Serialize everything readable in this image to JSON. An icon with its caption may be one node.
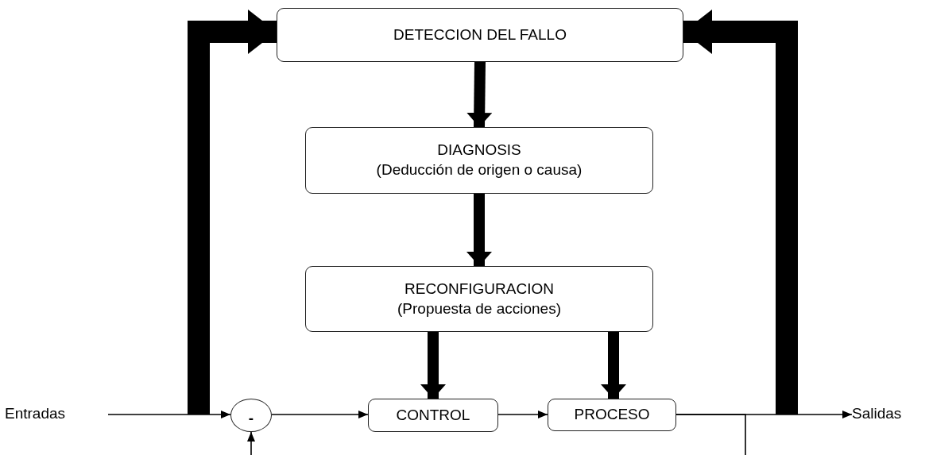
{
  "diagram": {
    "nodes": [
      {
        "text": [
          "DETECCION DEL FALLO"
        ]
      },
      {
        "text": [
          "DIAGNOSIS",
          "(Deducción de origen o causa)"
        ]
      },
      {
        "text": [
          "RECONFIGURACION",
          "(Propuesta de acciones)"
        ]
      },
      {
        "text": [
          "Entradas"
        ]
      },
      {
        "text": [
          "-"
        ]
      },
      {
        "text": [
          "CONTROL"
        ]
      },
      {
        "text": [
          "PROCESO"
        ]
      },
      {
        "text": [
          "Salidas"
        ]
      }
    ],
    "edges": [
      {
        "from": 0,
        "to": 1,
        "arrow": "to",
        "style": "thick"
      },
      {
        "from": 1,
        "to": 2,
        "arrow": "to",
        "style": "thick"
      },
      {
        "from": 2,
        "to": 5,
        "arrow": "to",
        "style": "thick"
      },
      {
        "from": 2,
        "to": 6,
        "arrow": "to",
        "style": "thick"
      },
      {
        "from": 3,
        "to": 4,
        "arrow": "to"
      },
      {
        "from": 4,
        "to": 5,
        "arrow": "to"
      },
      {
        "from": 5,
        "to": 6,
        "arrow": "to"
      },
      {
        "from": 6,
        "to": 7,
        "arrow": "to"
      },
      {
        "from": null,
        "to": 0,
        "arrow": "to",
        "style": "thick"
      },
      {
        "from": null,
        "to": 0,
        "arrow": "to",
        "style": "thick"
      },
      {
        "from": 6,
        "to": null,
        "arrow": "none"
      },
      {
        "from": null,
        "to": 4,
        "arrow": "to"
      }
    ]
  }
}
